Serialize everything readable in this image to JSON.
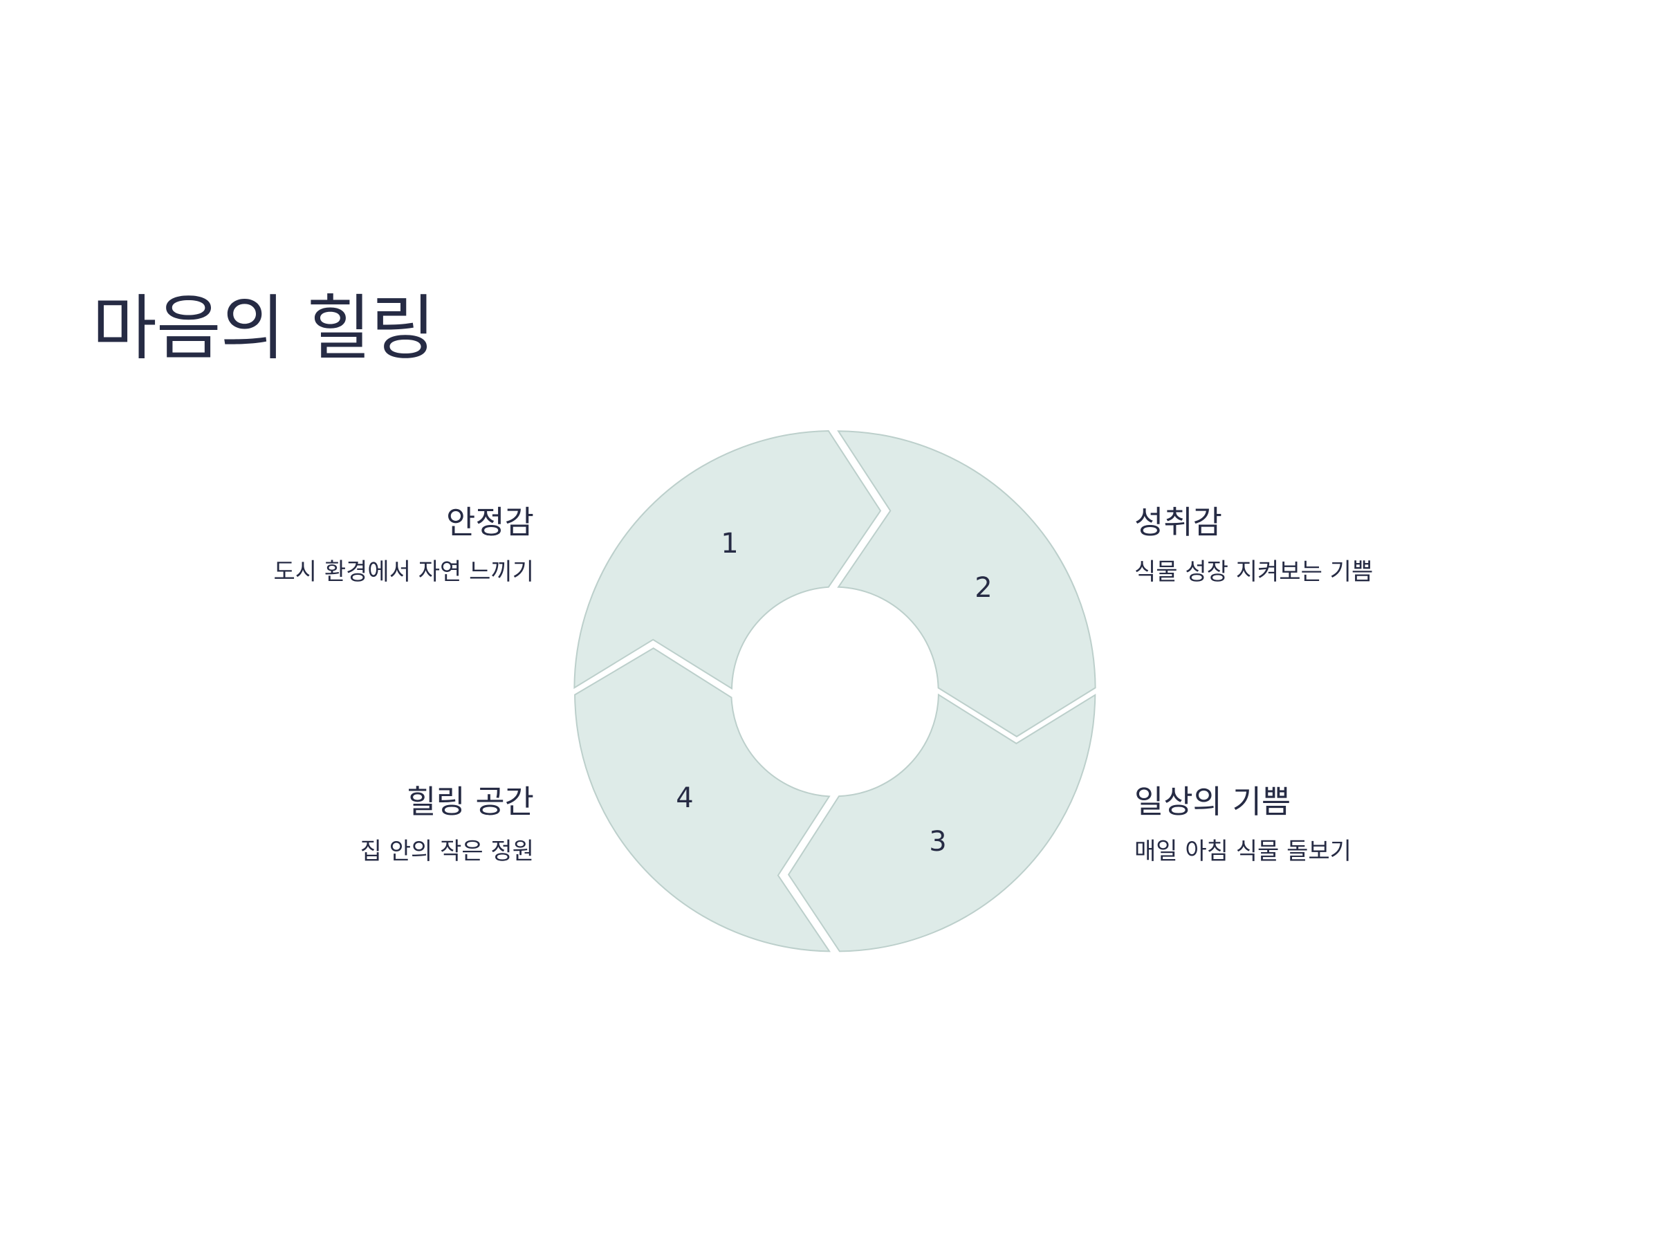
{
  "slide": {
    "title": "마음의 힐링"
  },
  "cycle": {
    "segments": [
      {
        "number": "1",
        "heading": "안정감",
        "description": "도시 환경에서 자연 느끼기"
      },
      {
        "number": "2",
        "heading": "성취감",
        "description": "식물 성장 지켜보는 기쁨"
      },
      {
        "number": "3",
        "heading": "일상의 기쁨",
        "description": "매일 아침 식물 돌보기"
      },
      {
        "number": "4",
        "heading": "힐링 공간",
        "description": "집 안의 작은 정원"
      }
    ],
    "segment_fill": "#deebe8",
    "segment_stroke": "#bccfcb",
    "text_color": "#262b44"
  }
}
